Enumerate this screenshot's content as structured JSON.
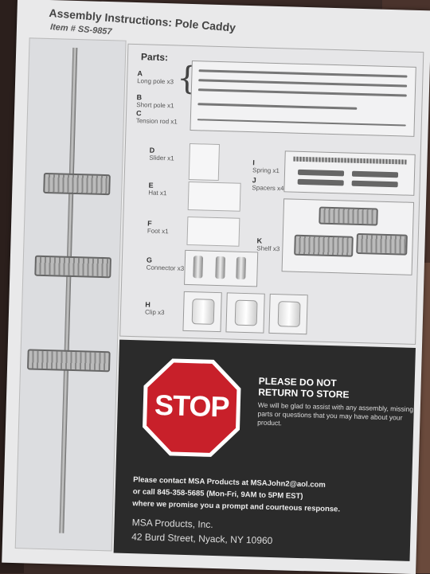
{
  "header": {
    "title": "Assembly Instructions: Pole Caddy",
    "item": "Item # SS-9857"
  },
  "parts": {
    "heading": "Parts:",
    "items": [
      {
        "letter": "A",
        "name": "Long pole x3"
      },
      {
        "letter": "B",
        "name": "Short pole x1"
      },
      {
        "letter": "C",
        "name": "Tension rod x1"
      },
      {
        "letter": "D",
        "name": "Slider x1"
      },
      {
        "letter": "E",
        "name": "Hat x1"
      },
      {
        "letter": "F",
        "name": "Foot x1"
      },
      {
        "letter": "G",
        "name": "Connector x3"
      },
      {
        "letter": "H",
        "name": "Clip x3"
      },
      {
        "letter": "I",
        "name": "Spring x1"
      },
      {
        "letter": "J",
        "name": "Spacers x4"
      },
      {
        "letter": "K",
        "name": "Shelf x3"
      }
    ]
  },
  "notice": {
    "stop": "STOP",
    "title_line1": "PLEASE DO NOT",
    "title_line2": "RETURN TO STORE",
    "body": "We will be glad to assist with any assembly, missing parts or questions that you may have about your product.",
    "contact_line1": "Please contact MSA Products at MSAJohn2@aol.com",
    "contact_line2": "or call 845-358-5685 (Mon-Fri, 9AM to 5PM EST)",
    "contact_line3": "where we promise you a prompt and courteous response.",
    "company_name": "MSA Products, Inc.",
    "company_address": "42 Burd Street, Nyack, NY 10960"
  },
  "colors": {
    "stop_red": "#c8202a",
    "panel_dark": "#2b2b2b"
  }
}
